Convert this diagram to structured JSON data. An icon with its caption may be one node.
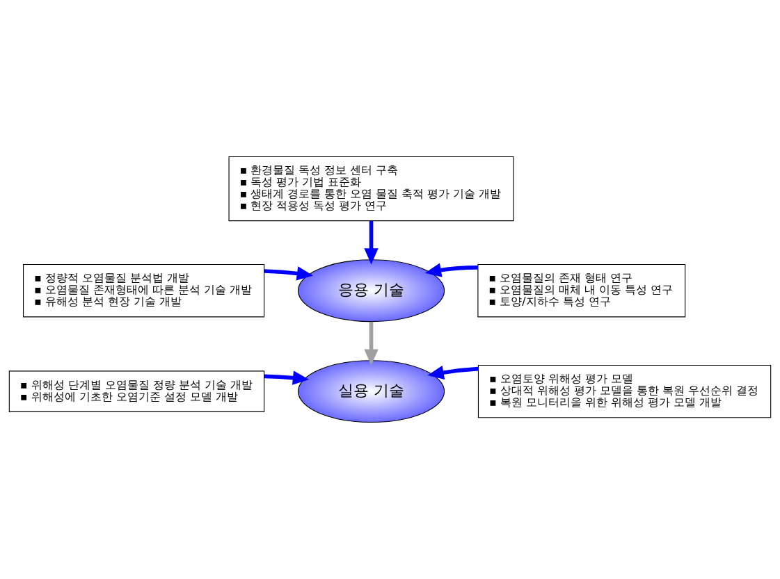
{
  "diagram": {
    "nodes": [
      {
        "text": [
          "▪ 환경물질 독성 정보 센터 구축",
          "▪ 독성 평가 기법 표준화",
          "▪ 생태계 경로를 통한 오염 물질 축적 평가 기술 개발",
          "▪ 현장 적용성 독성 평가 연구"
        ]
      },
      {
        "text": [
          "▪ 정량적 오염물질 분석법 개발",
          "▪ 오염물질 존재형태에 따른 분석 기술 개발",
          "▪ 유해성 분석 현장 기술 개발"
        ]
      },
      {
        "text": [
          "응용 기술"
        ]
      },
      {
        "text": [
          "▪ 오염물질의 존재 형태 연구",
          "▪ 오염물질의 매체 내 이동 특성 연구",
          "▪ 토양/지하수 특성 연구"
        ]
      },
      {
        "text": [
          "▪ 위해성 단계별 오염물질 정량 분석 기술 개발",
          "▪ 위해성에 기초한 오염기준 설정 모델 개발"
        ]
      },
      {
        "text": [
          "실용 기술"
        ]
      },
      {
        "text": [
          "▪ 오염토양 위해성 평가 모델",
          "▪ 상대적 위해성 평가 모델을 통한 복원 우선순위 결정",
          "▪ 복원 모니터리을 위한 위해성 평가 모델 개발"
        ]
      }
    ],
    "edges": [
      {
        "from": 0,
        "to": 2,
        "arrow": "to"
      },
      {
        "from": 1,
        "to": 2,
        "arrow": "to"
      },
      {
        "from": 3,
        "to": 2,
        "arrow": "to"
      },
      {
        "from": 2,
        "to": 5,
        "arrow": "to",
        "color": "#a0a0a0"
      },
      {
        "from": 4,
        "to": 5,
        "arrow": "to"
      },
      {
        "from": 6,
        "to": 5,
        "arrow": "to"
      }
    ]
  }
}
